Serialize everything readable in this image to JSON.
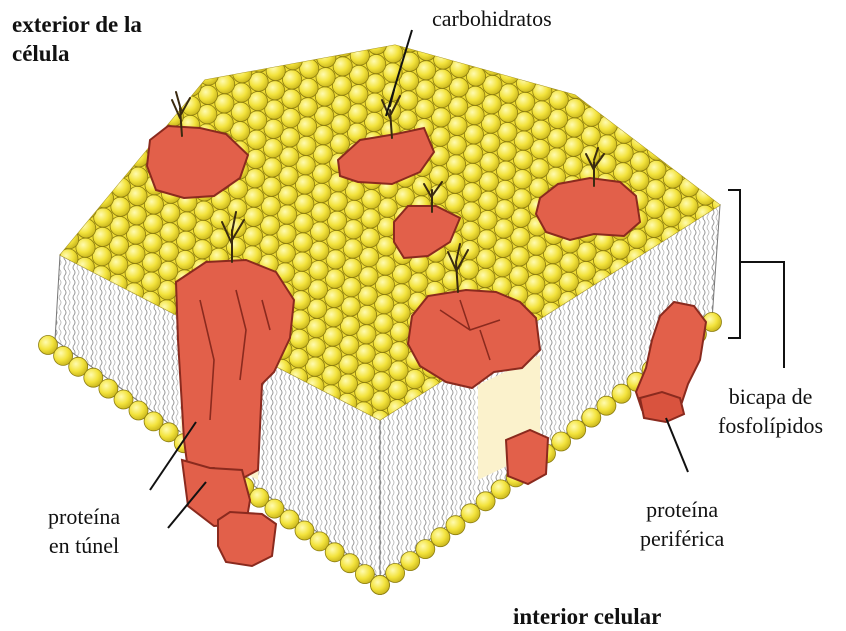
{
  "labels": {
    "exterior": [
      "exterior de la",
      "célula"
    ],
    "carbohidratos": "carbohidratos",
    "bicapa": [
      "bicapa de",
      "fosfolípidos"
    ],
    "proteina_tunel": [
      "proteína",
      "en túnel"
    ],
    "proteina_periferica": [
      "proteína",
      "periférica"
    ],
    "interior": "interior celular"
  },
  "colors": {
    "head_fill": "#f3e33c",
    "head_stroke": "#8c7d10",
    "protein_fill": "#e2604a",
    "protein_stroke": "#8a2a1e",
    "channel": "#fbf2cc",
    "tail_line": "#8a8a8a",
    "text": "#111111"
  },
  "icons": {
    "protein": "red-protein-blob",
    "carbohydrate": "branched-sugar-chain",
    "phospholipid_head": "yellow-sphere"
  }
}
